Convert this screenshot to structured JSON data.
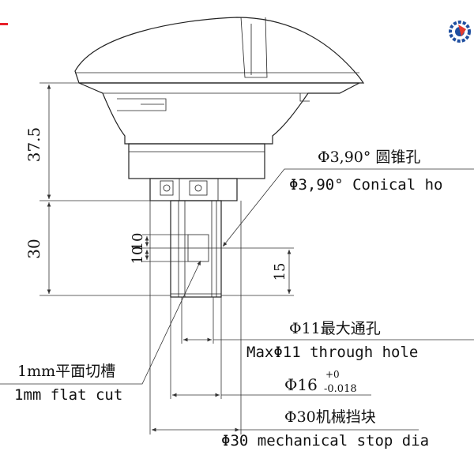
{
  "colors": {
    "accent": "#e8202a",
    "logo_blue": "#1f4fa0",
    "logo_red": "#e33b2e",
    "line": "#222222"
  },
  "icons": {
    "brand": "gear-logo-icon"
  },
  "dimensions": {
    "d37_5": "37.5",
    "d30": "30",
    "d10a": "10",
    "d10b": "10",
    "d15": "15"
  },
  "callouts": {
    "cone_cn": "Φ3,90° 圆锥孔",
    "cone_en": "Φ3,90° Conical ho",
    "hole_cn": "Φ11最大通孔",
    "hole_en": "MaxΦ11  through hole",
    "tol_main": "Φ16",
    "tol_upper": "+0",
    "tol_lower": "-0.018",
    "flat_cn": "1mm平面切槽",
    "flat_en": "1mm flat cut",
    "stop_cn": "Φ30机械挡块",
    "stop_en": "Φ30 mechanical stop dia"
  }
}
